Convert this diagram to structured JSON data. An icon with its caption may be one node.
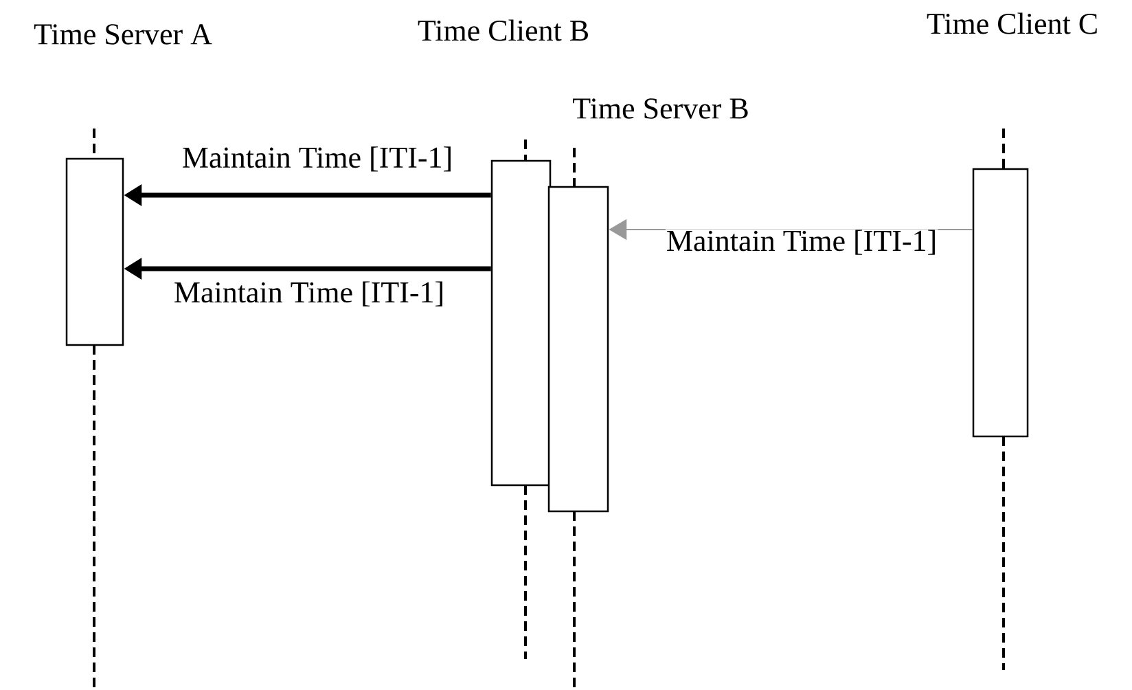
{
  "diagram": {
    "nodes": [
      {
        "text": [
          "Time Server A"
        ]
      },
      {
        "text": [
          "Time Client B"
        ]
      },
      {
        "text": [
          "Time Server B"
        ]
      },
      {
        "text": [
          "Time Client C"
        ]
      }
    ],
    "edges": [
      {
        "from": 1,
        "to": 0,
        "arrow": "to",
        "label": "Maintain Time [ITI-1]"
      },
      {
        "from": 1,
        "to": 0,
        "arrow": "to",
        "label": "Maintain Time [ITI-1]"
      },
      {
        "from": 3,
        "to": 2,
        "arrow": "to",
        "label": "Maintain Time [ITI-1]",
        "color": "#999999"
      }
    ]
  }
}
